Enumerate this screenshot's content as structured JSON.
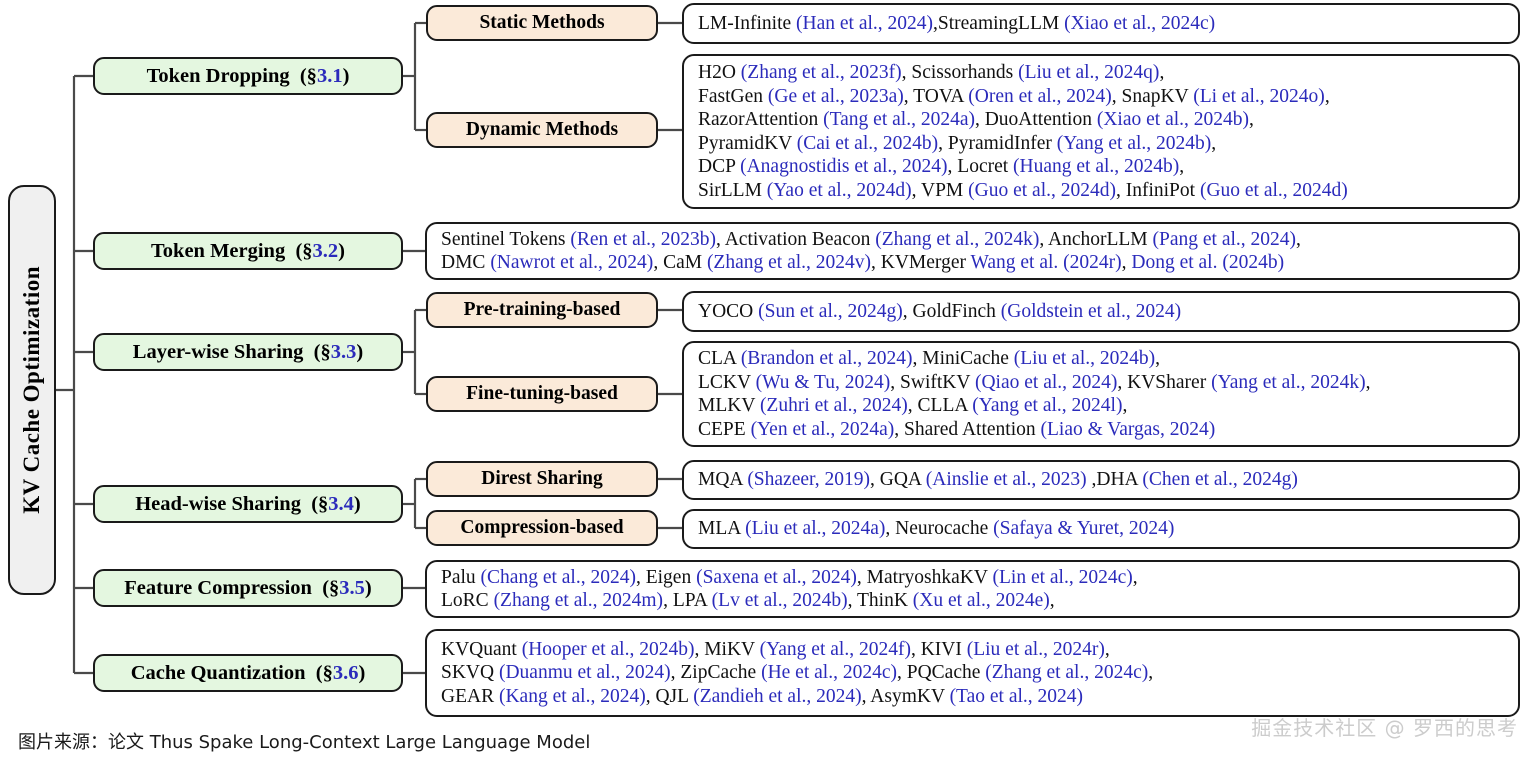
{
  "root": {
    "label": "KV Cache Optimization"
  },
  "categories": [
    {
      "name": "Token Dropping",
      "section": "(§3.1)",
      "section_num": "3.1"
    },
    {
      "name": "Token Merging",
      "section": "(§3.2)",
      "section_num": "3.2"
    },
    {
      "name": "Layer-wise Sharing",
      "section": "(§3.3)",
      "section_num": "3.3"
    },
    {
      "name": "Head-wise Sharing",
      "section": "(§3.4)",
      "section_num": "3.4"
    },
    {
      "name": "Feature Compression",
      "section": "(§3.5)",
      "section_num": "3.5"
    },
    {
      "name": "Cache Quantization",
      "section": "(§3.6)",
      "section_num": "3.6"
    }
  ],
  "subcategories": [
    {
      "label": "Static Methods"
    },
    {
      "label": "Dynamic Methods"
    },
    {
      "label": "Pre-training-based"
    },
    {
      "label": "Fine-tuning-based"
    },
    {
      "label": "Direst Sharing"
    },
    {
      "label": "Compression-based"
    }
  ],
  "leaves": {
    "static_methods": [
      [
        {
          "t": "LM-Infinite ",
          "c": false
        },
        {
          "t": "(Han et al., 2024)",
          "c": true
        },
        {
          "t": ",StreamingLLM ",
          "c": false
        },
        {
          "t": "(Xiao et al., 2024c)",
          "c": true
        }
      ]
    ],
    "dynamic_methods": [
      [
        {
          "t": "H2O ",
          "c": false
        },
        {
          "t": "(Zhang et al., 2023f)",
          "c": true
        },
        {
          "t": ", Scissorhands ",
          "c": false
        },
        {
          "t": "(Liu et al., 2024q)",
          "c": true
        },
        {
          "t": ",",
          "c": false
        }
      ],
      [
        {
          "t": "FastGen ",
          "c": false
        },
        {
          "t": "(Ge et al., 2023a)",
          "c": true
        },
        {
          "t": ", TOVA ",
          "c": false
        },
        {
          "t": "(Oren et al., 2024)",
          "c": true
        },
        {
          "t": ", SnapKV ",
          "c": false
        },
        {
          "t": "(Li et al., 2024o)",
          "c": true
        },
        {
          "t": ",",
          "c": false
        }
      ],
      [
        {
          "t": "RazorAttention ",
          "c": false
        },
        {
          "t": "(Tang et al., 2024a)",
          "c": true
        },
        {
          "t": ", DuoAttention ",
          "c": false
        },
        {
          "t": "(Xiao et al., 2024b)",
          "c": true
        },
        {
          "t": ",",
          "c": false
        }
      ],
      [
        {
          "t": "PyramidKV ",
          "c": false
        },
        {
          "t": "(Cai et al., 2024b)",
          "c": true
        },
        {
          "t": ", PyramidInfer ",
          "c": false
        },
        {
          "t": "(Yang et al., 2024b)",
          "c": true
        },
        {
          "t": ",",
          "c": false
        }
      ],
      [
        {
          "t": "DCP ",
          "c": false
        },
        {
          "t": "(Anagnostidis et al., 2024)",
          "c": true
        },
        {
          "t": ", Locret ",
          "c": false
        },
        {
          "t": "(Huang et al., 2024b)",
          "c": true
        },
        {
          "t": ",",
          "c": false
        }
      ],
      [
        {
          "t": "SirLLM ",
          "c": false
        },
        {
          "t": "(Yao et al., 2024d)",
          "c": true
        },
        {
          "t": ", VPM ",
          "c": false
        },
        {
          "t": "(Guo et al., 2024d)",
          "c": true
        },
        {
          "t": ", InfiniPot ",
          "c": false
        },
        {
          "t": "(Guo et al., 2024d)",
          "c": true
        }
      ]
    ],
    "token_merging": [
      [
        {
          "t": "Sentinel Tokens ",
          "c": false
        },
        {
          "t": "(Ren et al., 2023b)",
          "c": true
        },
        {
          "t": ", Activation Beacon ",
          "c": false
        },
        {
          "t": "(Zhang et al., 2024k)",
          "c": true
        },
        {
          "t": ", AnchorLLM ",
          "c": false
        },
        {
          "t": "(Pang et al., 2024)",
          "c": true
        },
        {
          "t": ",",
          "c": false
        }
      ],
      [
        {
          "t": "DMC ",
          "c": false
        },
        {
          "t": "(Nawrot et al., 2024)",
          "c": true
        },
        {
          "t": ", CaM ",
          "c": false
        },
        {
          "t": "(Zhang et al., 2024v)",
          "c": true
        },
        {
          "t": ", KVMerger ",
          "c": false
        },
        {
          "t": "Wang et al. (2024r)",
          "c": true
        },
        {
          "t": ",  ",
          "c": false
        },
        {
          "t": "Dong et al. (2024b)",
          "c": true
        }
      ]
    ],
    "pre_training_based": [
      [
        {
          "t": "YOCO ",
          "c": false
        },
        {
          "t": "(Sun et al., 2024g)",
          "c": true
        },
        {
          "t": ", GoldFinch ",
          "c": false
        },
        {
          "t": "(Goldstein et al., 2024)",
          "c": true
        }
      ]
    ],
    "fine_tuning_based": [
      [
        {
          "t": "CLA ",
          "c": false
        },
        {
          "t": "(Brandon et al., 2024)",
          "c": true
        },
        {
          "t": ", MiniCache ",
          "c": false
        },
        {
          "t": "(Liu et al., 2024b)",
          "c": true
        },
        {
          "t": ",",
          "c": false
        }
      ],
      [
        {
          "t": "LCKV ",
          "c": false
        },
        {
          "t": "(Wu & Tu, 2024)",
          "c": true
        },
        {
          "t": ", SwiftKV ",
          "c": false
        },
        {
          "t": "(Qiao et al., 2024)",
          "c": true
        },
        {
          "t": ", KVSharer ",
          "c": false
        },
        {
          "t": "(Yang et al., 2024k)",
          "c": true
        },
        {
          "t": ",",
          "c": false
        }
      ],
      [
        {
          "t": "MLKV ",
          "c": false
        },
        {
          "t": "(Zuhri et al., 2024)",
          "c": true
        },
        {
          "t": ", CLLA ",
          "c": false
        },
        {
          "t": "(Yang et al., 2024l)",
          "c": true
        },
        {
          "t": ",",
          "c": false
        }
      ],
      [
        {
          "t": "CEPE ",
          "c": false
        },
        {
          "t": "(Yen et al., 2024a)",
          "c": true
        },
        {
          "t": ", Shared Attention ",
          "c": false
        },
        {
          "t": "(Liao & Vargas, 2024)",
          "c": true
        }
      ]
    ],
    "direst_sharing": [
      [
        {
          "t": "MQA ",
          "c": false
        },
        {
          "t": "(Shazeer, 2019)",
          "c": true
        },
        {
          "t": ", GQA ",
          "c": false
        },
        {
          "t": "(Ainslie et al., 2023)",
          "c": true
        },
        {
          "t": " ,DHA ",
          "c": false
        },
        {
          "t": "(Chen et al., 2024g)",
          "c": true
        }
      ]
    ],
    "compression_based": [
      [
        {
          "t": "MLA ",
          "c": false
        },
        {
          "t": "(Liu et al., 2024a)",
          "c": true
        },
        {
          "t": ", Neurocache ",
          "c": false
        },
        {
          "t": "(Safaya & Yuret, 2024)",
          "c": true
        }
      ]
    ],
    "feature_compression": [
      [
        {
          "t": "Palu ",
          "c": false
        },
        {
          "t": "(Chang et al., 2024)",
          "c": true
        },
        {
          "t": ", Eigen ",
          "c": false
        },
        {
          "t": "(Saxena et al., 2024)",
          "c": true
        },
        {
          "t": ", MatryoshkaKV ",
          "c": false
        },
        {
          "t": "(Lin et al., 2024c)",
          "c": true
        },
        {
          "t": ",",
          "c": false
        }
      ],
      [
        {
          "t": "LoRC ",
          "c": false
        },
        {
          "t": "(Zhang et al., 2024m)",
          "c": true
        },
        {
          "t": ", LPA ",
          "c": false
        },
        {
          "t": "(Lv et al., 2024b)",
          "c": true
        },
        {
          "t": ", ThinK ",
          "c": false
        },
        {
          "t": "(Xu et al., 2024e)",
          "c": true
        },
        {
          "t": ",",
          "c": false
        }
      ]
    ],
    "cache_quantization": [
      [
        {
          "t": "KVQuant ",
          "c": false
        },
        {
          "t": "(Hooper et al., 2024b)",
          "c": true
        },
        {
          "t": ", MiKV ",
          "c": false
        },
        {
          "t": "(Yang et al., 2024f)",
          "c": true
        },
        {
          "t": ", KIVI ",
          "c": false
        },
        {
          "t": "(Liu et al., 2024r)",
          "c": true
        },
        {
          "t": ",",
          "c": false
        }
      ],
      [
        {
          "t": "SKVQ ",
          "c": false
        },
        {
          "t": "(Duanmu et al., 2024)",
          "c": true
        },
        {
          "t": ", ZipCache ",
          "c": false
        },
        {
          "t": "(He et al., 2024c)",
          "c": true
        },
        {
          "t": ", PQCache ",
          "c": false
        },
        {
          "t": "(Zhang et al., 2024c)",
          "c": true
        },
        {
          "t": ",",
          "c": false
        }
      ],
      [
        {
          "t": "GEAR ",
          "c": false
        },
        {
          "t": "(Kang et al., 2024)",
          "c": true
        },
        {
          "t": ", QJL ",
          "c": false
        },
        {
          "t": "(Zandieh et al., 2024)",
          "c": true
        },
        {
          "t": ", AsymKV ",
          "c": false
        },
        {
          "t": "(Tao et al., 2024)",
          "c": true
        }
      ]
    ]
  },
  "caption": "图片来源：论文 Thus Spake Long-Context Large Language Model",
  "watermark": "掘金技术社区 @ 罗西的思考",
  "colors": {
    "category_fill": "#e4f7e0",
    "subcategory_fill": "#fbead9",
    "root_fill": "#f0f0f0",
    "citation_text": "#2b2bbb",
    "border": "#1a1a1a",
    "wire": "#4a4a4a"
  }
}
